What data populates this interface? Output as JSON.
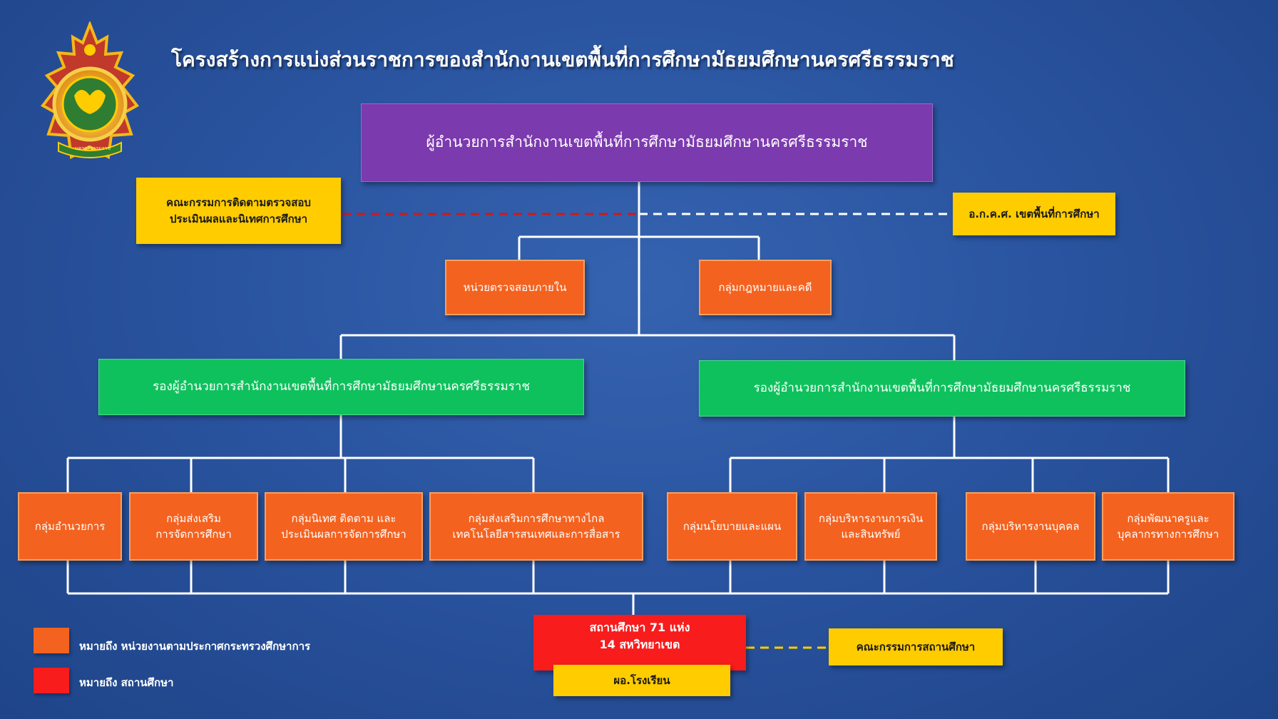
{
  "title": "โครงสร้างการแบ่งส่วนราชการของสำนักงานเขตพื้นที่การศึกษามัธยมศึกษานครศรีธรรมราช",
  "emblem_text": "นครศรีธรรมราช",
  "director": "ผู้อำนวยการสำนักงานเขตพื้นที่การศึกษามัธยมศึกษานครศรีธรรมราช",
  "committee_left": {
    "line1": "คณะกรรมการติดตามตรวจสอบ",
    "line2": "ประเมินผลและนิเทศการศึกษา"
  },
  "committee_right": "อ.ก.ค.ศ. เขตพื้นที่การศึกษา",
  "unit_audit": "หน่วยตรวจสอบภายใน",
  "unit_legal": "กลุ่มกฎหมายและคดี",
  "deputy_left": "รองผู้อำนวยการสำนักงานเขตพื้นที่การศึกษามัธยมศึกษานครศรีธรรมราช",
  "deputy_right": "รองผู้อำนวยการสำนักงานเขตพื้นที่การศึกษามัธยมศึกษานครศรีธรรมราช",
  "groups": {
    "admin": "กลุ่มอำนวยการ",
    "promote": {
      "line1": "กลุ่มส่งเสริม",
      "line2": "การจัดการศึกษา"
    },
    "supervision": {
      "line1": "กลุ่มนิเทศ ติดตาม และ",
      "line2": "ประเมินผลการจัดการศึกษา"
    },
    "distance": {
      "line1": "กลุ่มส่งเสริมการศึกษาทางไกล",
      "line2": "เทคโนโลยีสารสนเทศและการสื่อสาร"
    },
    "policy": "กลุ่มนโยบายและแผน",
    "finance": {
      "line1": "กลุ่มบริหารงานการเงิน",
      "line2": "และสินทรัพย์"
    },
    "personnel": "กลุ่มบริหารงานบุคคล",
    "development": {
      "line1": "กลุ่มพัฒนาครูและ",
      "line2": "บุคลากรทางการศึกษา"
    }
  },
  "schools": {
    "line1": "สถานศึกษา 71 แห่ง",
    "line2": "14 สหวิทยาเขต"
  },
  "school_director": "ผอ.โรงเรียน",
  "school_board": "คณะกรรมการสถานศึกษา",
  "legend": {
    "orange_text": "หมายถึง หน่วยงานตามประกาศกระทรวงศึกษาการ",
    "red_text": "หมายถึง สถานศึกษา"
  },
  "colors": {
    "background": "#2a54a0",
    "director": "#7b3aae",
    "deputy": "#0fc15d",
    "group": "#f4621f",
    "committee": "#ffcc00",
    "school": "#f81c1c"
  }
}
